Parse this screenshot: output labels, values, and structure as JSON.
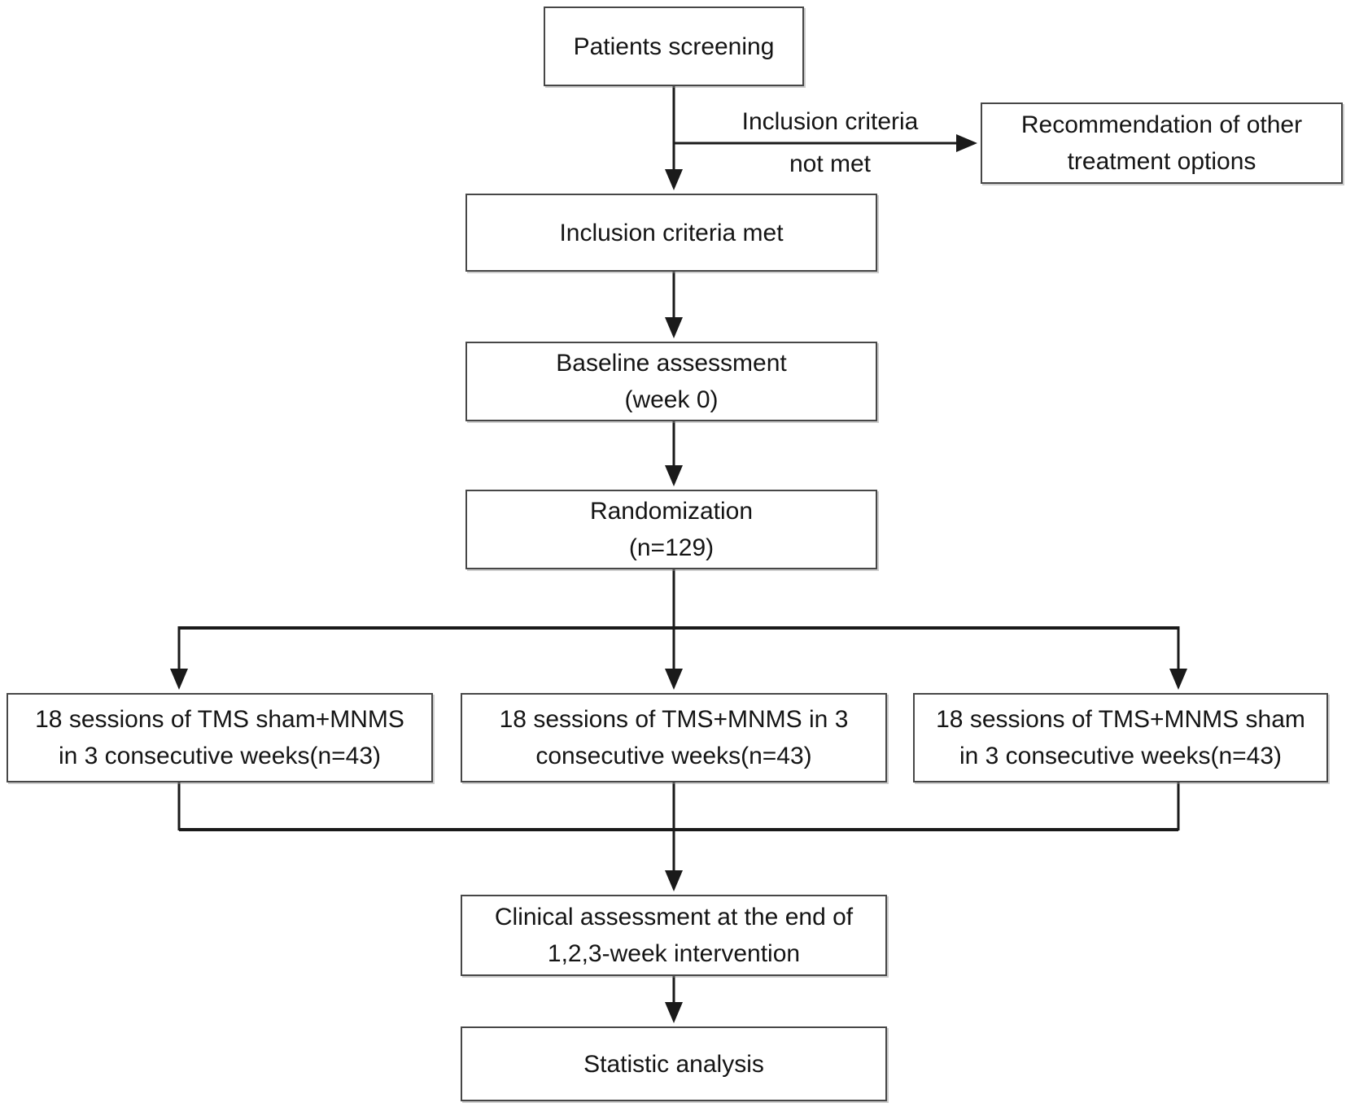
{
  "figure": {
    "colors": {
      "background": "#ffffff",
      "box_border": "#474747",
      "line": "#1a1a1a",
      "text": "#151515"
    },
    "nodes": {
      "screening": {
        "label": "Patients screening"
      },
      "recommendation": {
        "label": "Recommendation of other\ntreatment options"
      },
      "inclusion_met": {
        "label": "Inclusion criteria met"
      },
      "baseline": {
        "label": "Baseline assessment\n(week 0)"
      },
      "randomization": {
        "label": "Randomization\n(n=129)"
      },
      "arm_left": {
        "label": "18 sessions of TMS sham+MNMS\nin 3 consecutive weeks(n=43)"
      },
      "arm_middle": {
        "label": "18 sessions of TMS+MNMS in 3\nconsecutive weeks(n=43)"
      },
      "arm_right": {
        "label": "18 sessions of TMS+MNMS sham\nin 3 consecutive weeks(n=43)"
      },
      "clinical": {
        "label": "Clinical assessment at the end of\n1,2,3-week intervention"
      },
      "statistic": {
        "label": "Statistic analysis"
      }
    },
    "edge_labels": {
      "not_met": "Inclusion criteria\nnot met"
    }
  }
}
